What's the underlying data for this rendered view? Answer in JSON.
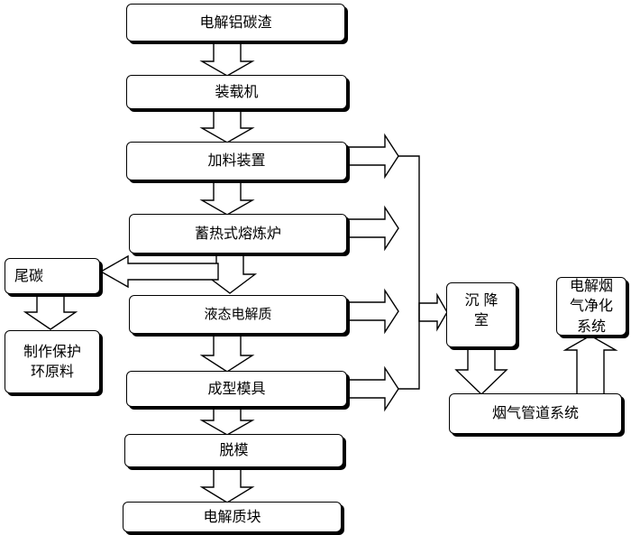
{
  "nodes": {
    "dregs": "电解铝碳渣",
    "loader": "装载机",
    "feeder": "加料装置",
    "furnace": "蓄热式熔炼炉",
    "tail_carbon": "尾碳",
    "liquid_electrolyte": "液态电解质",
    "protective_material": "制作保护\n环原料",
    "mold": "成型模具",
    "demold": "脱模",
    "block": "电解质块",
    "settling_room": "沉   降\n室",
    "fume_purification": "电解烟\n气净化\n系统",
    "fume_duct": "烟气管道系统"
  }
}
